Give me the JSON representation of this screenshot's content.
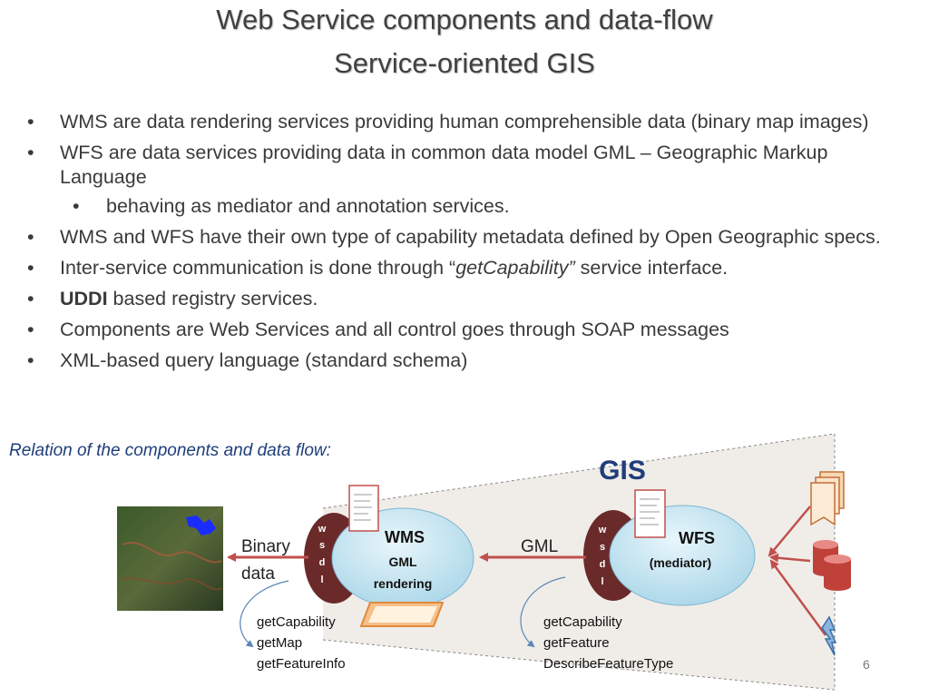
{
  "title_line1": "Web Service components and data-flow",
  "title_line2": "Service-oriented GIS",
  "bullets": [
    {
      "text": "WMS are data rendering services providing human comprehensible data (binary map images)"
    },
    {
      "text": "WFS are data services providing data in common data model GML – Geographic Markup Language"
    },
    {
      "text": "behaving as mediator and annotation services."
    },
    {
      "text": "WMS and WFS have their own type of capability metadata defined by Open Geographic specs."
    },
    {
      "pre": "Inter-service communication is done through “",
      "em": "getCapability”",
      "post": " service interface."
    },
    {
      "strong": "UDDI",
      "post": " based registry services."
    },
    {
      "text": "Components are Web Services and all control goes through SOAP messages"
    },
    {
      "text": "XML-based query language (standard schema)"
    }
  ],
  "caption": "Relation of the components and data flow:",
  "diagram": {
    "gis_label": "GIS",
    "wms_title": "WMS",
    "wms_sub1": "GML",
    "wms_sub2": "rendering",
    "wfs_title": "WFS",
    "wfs_sub": "(mediator)",
    "wsdl_letters": [
      "w",
      "s",
      "d",
      "l"
    ],
    "binary_line1": "Binary",
    "binary_line2": "data",
    "gml_label": "GML",
    "wms_ops": [
      "getCapability",
      "getMap",
      "getFeatureInfo"
    ],
    "wfs_ops": [
      "getCapability",
      "getFeature",
      "DescribeFeatureType"
    ]
  },
  "page_number": "6",
  "colors": {
    "accent": "#1f3d7a",
    "arrow": "#c0504d",
    "ellipse": "#bfe3f0",
    "crescent": "#6b2a2a"
  }
}
